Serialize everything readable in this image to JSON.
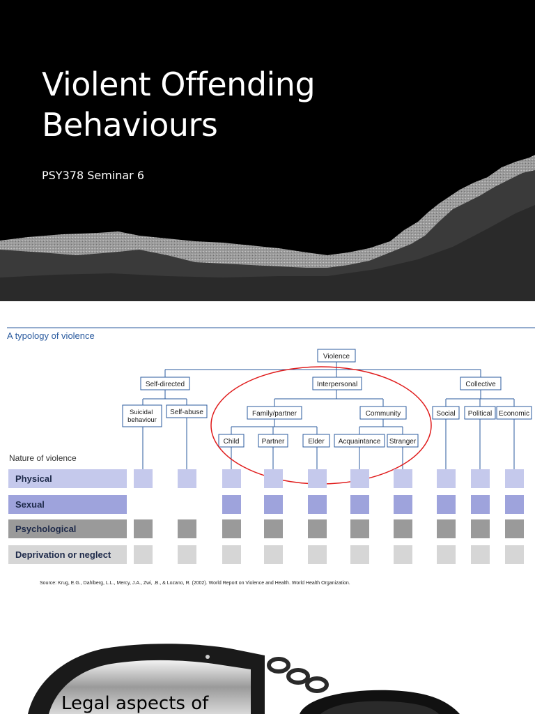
{
  "slide1": {
    "title": "Violent Offending Behaviours",
    "subtitle": "PSY378 Seminar 6"
  },
  "slide2": {
    "heading": "A typology of violence",
    "root": "Violence",
    "level1": [
      "Self-directed",
      "Interpersonal",
      "Collective"
    ],
    "self_directed": [
      "Suicidal behaviour",
      "Self-abuse"
    ],
    "interpersonal": [
      "Family/partner",
      "Community"
    ],
    "family_partner": [
      "Child",
      "Partner",
      "Elder"
    ],
    "community": [
      "Acquaintance",
      "Stranger"
    ],
    "collective": [
      "Social",
      "Political",
      "Economic"
    ],
    "nature_label": "Nature of violence",
    "natures": [
      "Physical",
      "Sexual",
      "Psychological",
      "Deprivation or neglect"
    ],
    "source": "Source: Krug, E.G., Dahlberg, L.L., Mercy, J.A., Zwi, .B., & Lozano, R. (2002). World Report on  Violence and Health. World Health Organization.",
    "colors": {
      "accent_blue": "#2a5a9e",
      "physical": "#c5c9ec",
      "sexual": "#9ea3dc",
      "psychological": "#9a9a9a",
      "neglect": "#d6d6d6",
      "circle": "#e01b1b"
    }
  },
  "slide3": {
    "title": "Legal aspects of"
  }
}
